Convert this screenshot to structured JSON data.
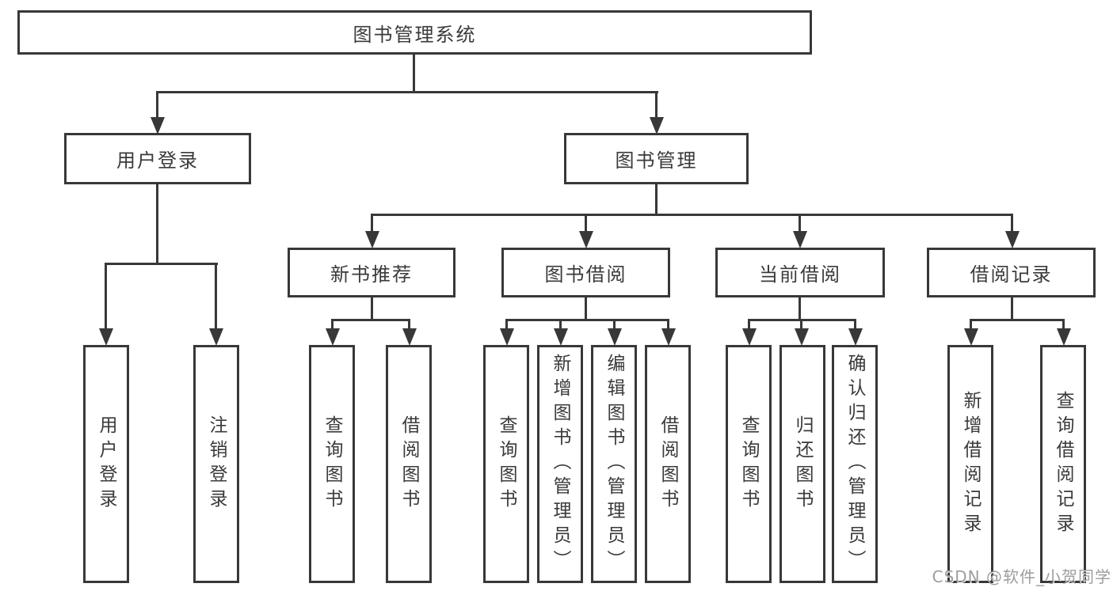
{
  "diagram": {
    "title": "图书管理系统",
    "type": "hierarchy-tree",
    "colors": {
      "line": "#383838",
      "box_border": "#383838",
      "box_background": "#ffffff",
      "text": "#3a3a3a",
      "watermark_text": "#8c8c8c",
      "page_background": "#ffffff"
    },
    "root": {
      "label": "图书管理系统",
      "children": [
        {
          "label": "用户登录",
          "children": [
            {
              "label": "用户登录"
            },
            {
              "label": "注销登录"
            }
          ]
        },
        {
          "label": "图书管理",
          "children": [
            {
              "label": "新书推荐",
              "children": [
                {
                  "label": "查询图书"
                },
                {
                  "label": "借阅图书"
                }
              ]
            },
            {
              "label": "图书借阅",
              "children": [
                {
                  "label": "查询图书"
                },
                {
                  "label": "新增图书（管理员）"
                },
                {
                  "label": "编辑图书（管理员）"
                },
                {
                  "label": "借阅图书"
                }
              ]
            },
            {
              "label": "当前借阅",
              "children": [
                {
                  "label": "查询图书"
                },
                {
                  "label": "归还图书"
                },
                {
                  "label": "确认归还（管理员）"
                }
              ]
            },
            {
              "label": "借阅记录",
              "children": [
                {
                  "label": "新增借阅记录"
                },
                {
                  "label": "查询借阅记录"
                }
              ]
            }
          ]
        }
      ]
    },
    "watermark": "CSDN @软件_小贺同学"
  }
}
